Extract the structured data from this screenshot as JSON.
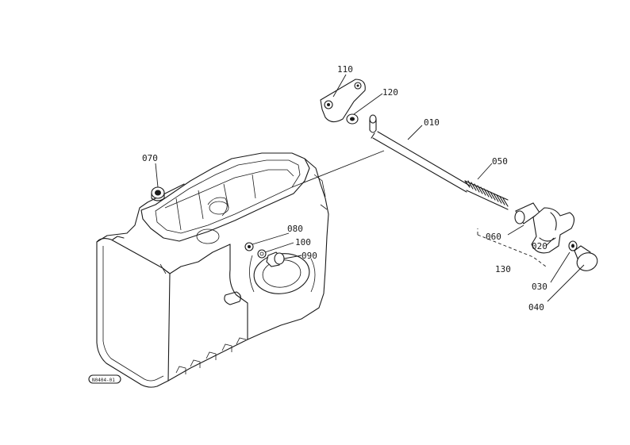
{
  "diagram": {
    "callouts": {
      "p010": "010",
      "p020": "020",
      "p030": "030",
      "p040": "040",
      "p050": "050",
      "p060": "060",
      "p070": "070",
      "p080": "080",
      "p090": "090",
      "p100": "100",
      "p110": "110",
      "p120": "120",
      "p130": "130"
    },
    "figure_code": "N0404-01"
  }
}
